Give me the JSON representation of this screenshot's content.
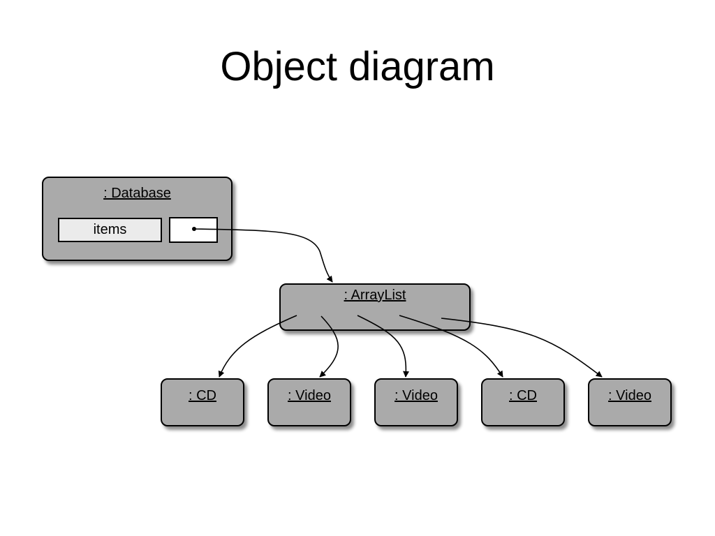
{
  "slide": {
    "title": "Object diagram"
  },
  "database": {
    "name": ": Database",
    "field_label": "items"
  },
  "arraylist": {
    "name": ": ArrayList"
  },
  "elements": [
    {
      "name": ": CD"
    },
    {
      "name": ": Video"
    },
    {
      "name": ": Video"
    },
    {
      "name": ": CD"
    },
    {
      "name": ": Video"
    }
  ],
  "colors": {
    "object_fill": "#aaaaaa",
    "field_label_fill": "#ebebeb",
    "field_value_fill": "#ffffff",
    "stroke": "#000000"
  }
}
